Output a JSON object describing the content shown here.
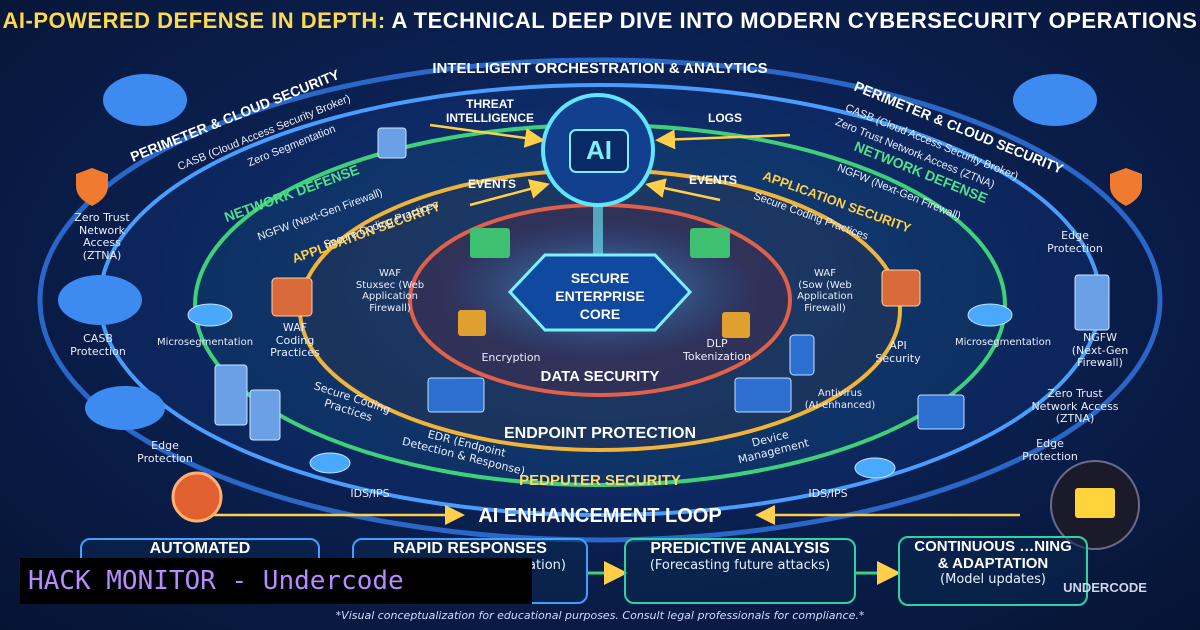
{
  "title": {
    "highlight": "AI-POWERED DEFENSE IN DEPTH:",
    "rest": " A TECHNICAL DEEP DIVE INTO MODERN CYBERSECURITY OPERATIONS"
  },
  "top_band": "INTELLIGENT ORCHESTRATION & ANALYTICS",
  "core": {
    "ai": "AI",
    "center": [
      "SECURE",
      "ENTERPRISE",
      "CORE"
    ]
  },
  "feeds": {
    "threat_intel": "THREAT\nINTELLIGENCE",
    "logs": "LOGS",
    "events_left": "EVENTS",
    "events_right": "EVENTS"
  },
  "left": {
    "perimeter_title": "PERIMETER & CLOUD SECURITY",
    "perimeter_sub": "CASB (Cloud Access Security Broker)",
    "perimeter_sub2": "Zero Segmentation",
    "network_title": "NETWORK DEFENSE",
    "network_sub": "NGFW (Next-Gen Firewall)",
    "app_title": "APPLICATION SECURITY",
    "app_sub": "Secure Coding Practices",
    "ztna": "Zero Trust\nNetwork\nAccess\n(ZTNA)",
    "casb": "CASB\nProtection",
    "edge": "Edge\nProtection",
    "microseg": "Microsegmentation",
    "waf_coding": "WAF\nCoding\nPractices",
    "waf_inner": "WAF\nStuxsec (Web\nApplication\nFirewall)",
    "secure_coding": "Secure Coding\nPractices",
    "edr": "EDR (Endpoint\nDetection & Response)",
    "ids": "IDS/IPS",
    "encryption": "Encryption"
  },
  "right": {
    "perimeter_title": "PERIMETER & CLOUD SECURITY",
    "perimeter_sub": "CASB (Cloud Access Security Broker)",
    "perimeter_sub2": "Zero Trust Network Access (ZTNA)",
    "network_title": "NETWORK DEFENSE",
    "network_sub": "NGFW (Next-Gen Firewall)",
    "app_title": "APPLICATION SECURITY",
    "app_sub": "Secure Coding Practices",
    "edge_top": "Edge\nProtection",
    "ngfw": "NGFW\n(Next-Gen\nFirewall)",
    "ztna": "Zero Trust\nNetwork Access\n(ZTNA)",
    "edge_bottom": "Edge\nProtection",
    "microseg": "Microsegmentation",
    "api": "API\nSecurity",
    "waf_inner": "WAF\n(Sow (Web\nApplication\nFirewall)",
    "antivirus": "Antivirus\n(AI-enhanced)",
    "device": "Device\nManagement",
    "ids": "IDS/IPS",
    "dlp": "DLP\nTokenization"
  },
  "bands": {
    "data": "DATA SECURITY",
    "endpoint": "ENDPOINT PROTECTION",
    "pedputer": "PEDPUTER SECURITY",
    "loop": "AI ENHANCEMENT LOOP"
  },
  "loop_boxes": [
    {
      "h": "AUTOMATED",
      "s": ""
    },
    {
      "h": "RAPID RESPONSES",
      "s": "ation)"
    },
    {
      "h": "PREDICTIVE ANALYSIS",
      "s": "(Forecasting future attacks)"
    },
    {
      "h": "CONTINUOUS …NING\n& ADAPTATION",
      "s": "(Model updates)"
    }
  ],
  "watermark": "HACK MONITOR - Undercode",
  "brand": "UNDERCODE",
  "footnote": "*Visual conceptualization for educational purposes. Consult legal professionals for compliance.*",
  "colors": {
    "ring_outer": "#3a7ee0",
    "ring_mid": "#3fd17a",
    "ring_inner": "#f0b43a",
    "ring_core": "#e0604a",
    "accent": "#1fd4ff"
  }
}
